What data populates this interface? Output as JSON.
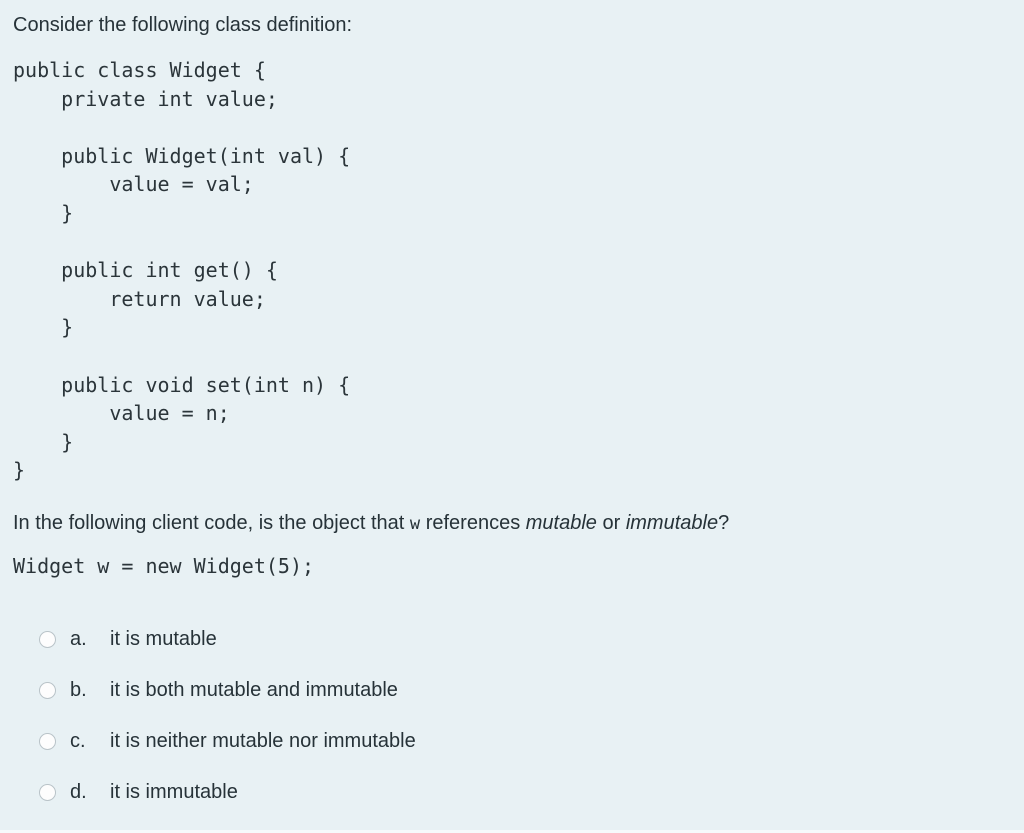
{
  "page": {
    "background": "#e8f1f4",
    "text_color": "#263238"
  },
  "question": {
    "intro": "Consider the following class definition:",
    "class_code": "public class Widget {\n    private int value;\n\n    public Widget(int val) {\n        value = val;\n    }\n\n    public int get() {\n        return value;\n    }\n\n    public void set(int n) {\n        value = n;\n    }\n}",
    "prompt": {
      "prefix": "In the following client code, is the object that ",
      "code_ref": "w",
      "mid": " references ",
      "emphasis_1": "mutable",
      "or_text": " or ",
      "emphasis_2": "immutable",
      "suffix": "?"
    },
    "client_code": "Widget w = new Widget(5);",
    "options": [
      {
        "letter": "a.",
        "label": "it is mutable",
        "selected": false
      },
      {
        "letter": "b.",
        "label": "it is both mutable and immutable",
        "selected": false
      },
      {
        "letter": "c.",
        "label": "it is neither mutable nor immutable",
        "selected": false
      },
      {
        "letter": "d.",
        "label": "it is immutable",
        "selected": false
      }
    ]
  }
}
